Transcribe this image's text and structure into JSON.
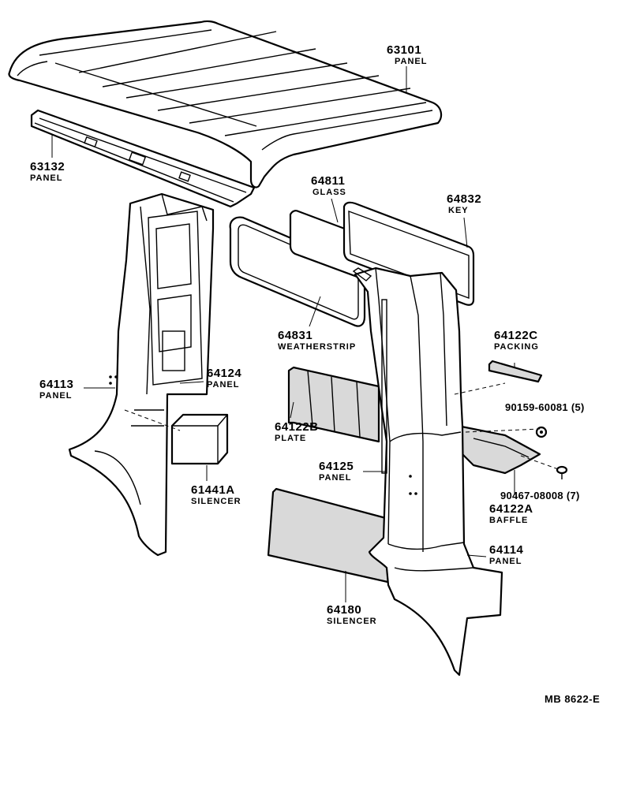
{
  "parts": [
    {
      "id": "p63101",
      "number": "63101",
      "name": "PANEL"
    },
    {
      "id": "p63132",
      "number": "63132",
      "name": "PANEL"
    },
    {
      "id": "p64811",
      "number": "64811",
      "name": "GLASS"
    },
    {
      "id": "p64832",
      "number": "64832",
      "name": "KEY"
    },
    {
      "id": "p64831",
      "number": "64831",
      "name": "WEATHERSTRIP"
    },
    {
      "id": "p64113",
      "number": "64113",
      "name": "PANEL"
    },
    {
      "id": "p64124",
      "number": "64124",
      "name": "PANEL"
    },
    {
      "id": "p64122C",
      "number": "64122C",
      "name": "PACKING"
    },
    {
      "id": "p64122B",
      "number": "64122B",
      "name": "PLATE"
    },
    {
      "id": "p64125",
      "number": "64125",
      "name": "PANEL"
    },
    {
      "id": "p61441A",
      "number": "61441A",
      "name": "SILENCER"
    },
    {
      "id": "p64122A",
      "number": "64122A",
      "name": "BAFFLE"
    },
    {
      "id": "p64114",
      "number": "64114",
      "name": "PANEL"
    },
    {
      "id": "p64180",
      "number": "64180",
      "name": "SILENCER"
    }
  ],
  "fasteners": {
    "f1": "90159-60081 (5)",
    "f2": "90467-08008 (7)"
  },
  "diagram_code": "MB  8622-E"
}
